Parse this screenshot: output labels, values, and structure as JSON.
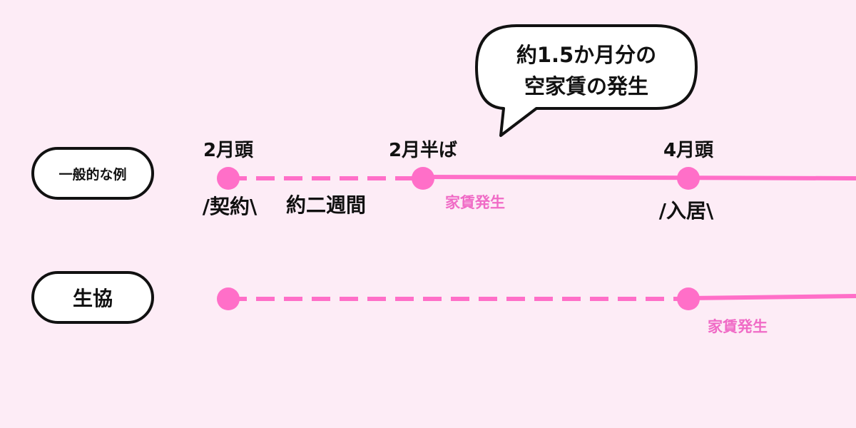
{
  "colors": {
    "background": "#fdecf6",
    "line": "#ff6fc8",
    "accent_text": "#f06bc6",
    "outline": "#111111"
  },
  "callout": {
    "line1": "約1.5か月分の",
    "line2": "空家賃の発生"
  },
  "rows": [
    {
      "label": "一般的な例",
      "points": [
        {
          "top_label": "2月頭",
          "bottom_label": "/契約\\",
          "bottom_label_style": "dark"
        },
        {
          "top_label": "2月半ば",
          "bottom_label": "家賃発生",
          "bottom_label_style": "pink"
        },
        {
          "top_label": "4月頭",
          "bottom_label": "/入居\\",
          "bottom_label_style": "dark"
        }
      ],
      "segment_label": "約二週間"
    },
    {
      "label": "生協",
      "points": [
        {
          "top_label": "",
          "bottom_label": "",
          "bottom_label_style": "dark"
        },
        {
          "top_label": "",
          "bottom_label": "家賃発生",
          "bottom_label_style": "pink"
        }
      ]
    }
  ]
}
